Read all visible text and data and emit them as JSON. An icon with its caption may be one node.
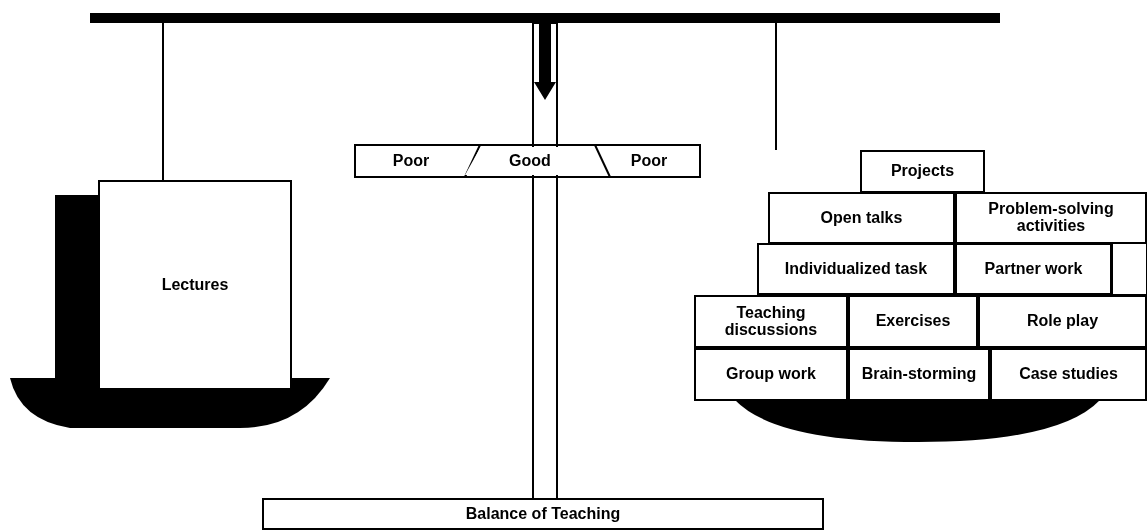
{
  "diagram": {
    "nodes": [
      {
        "text": [
          "Lectures"
        ]
      },
      {
        "text": [
          "Poor"
        ]
      },
      {
        "text": [
          "Good"
        ]
      },
      {
        "text": [
          "Poor"
        ]
      },
      {
        "text": [
          "Projects"
        ]
      },
      {
        "text": [
          "Open talks"
        ]
      },
      {
        "text": [
          "Problem-solving activities"
        ]
      },
      {
        "text": [
          "Individualized task"
        ]
      },
      {
        "text": [
          "Partner work"
        ]
      },
      {
        "text": [
          "Teaching discussions"
        ]
      },
      {
        "text": [
          "Exercises"
        ]
      },
      {
        "text": [
          "Role play"
        ]
      },
      {
        "text": [
          "Group work"
        ]
      },
      {
        "text": [
          "Brain-storming"
        ]
      },
      {
        "text": [
          "Case studies"
        ]
      },
      {
        "text": [
          "Balance of Teaching"
        ]
      }
    ]
  }
}
